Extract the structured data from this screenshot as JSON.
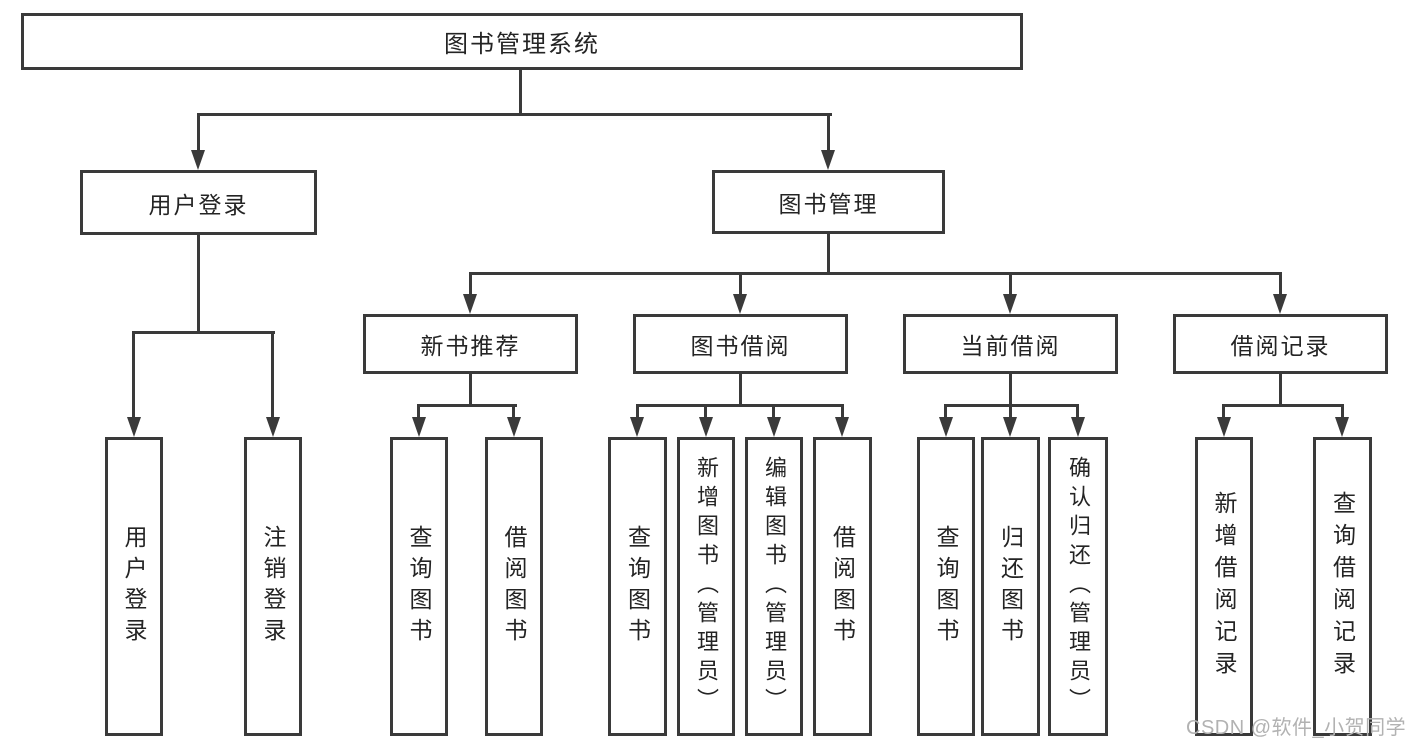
{
  "diagram": {
    "title": "图书管理系统",
    "level2": {
      "user_login": "用户登录",
      "book_mgmt": "图书管理"
    },
    "level3": {
      "new_book": "新书推荐",
      "book_borrow": "图书借阅",
      "current_borrow": "当前借阅",
      "borrow_record": "借阅记录"
    },
    "leaves": {
      "user_login": [
        "用户登录",
        "注销登录"
      ],
      "new_book": [
        "查询图书",
        "借阅图书"
      ],
      "book_borrow": [
        "查询图书",
        "新增图书（管理员）",
        "编辑图书（管理员）",
        "借阅图书"
      ],
      "current_borrow": [
        "查询图书",
        "归还图书",
        "确认归还（管理员）"
      ],
      "borrow_record": [
        "新增借阅记录",
        "查询借阅记录"
      ]
    },
    "colors": {
      "line": "#3a3a3a",
      "text": "#242424",
      "watermark": "#b2b2b2"
    }
  },
  "watermark": "CSDN @软件_小贺同学"
}
